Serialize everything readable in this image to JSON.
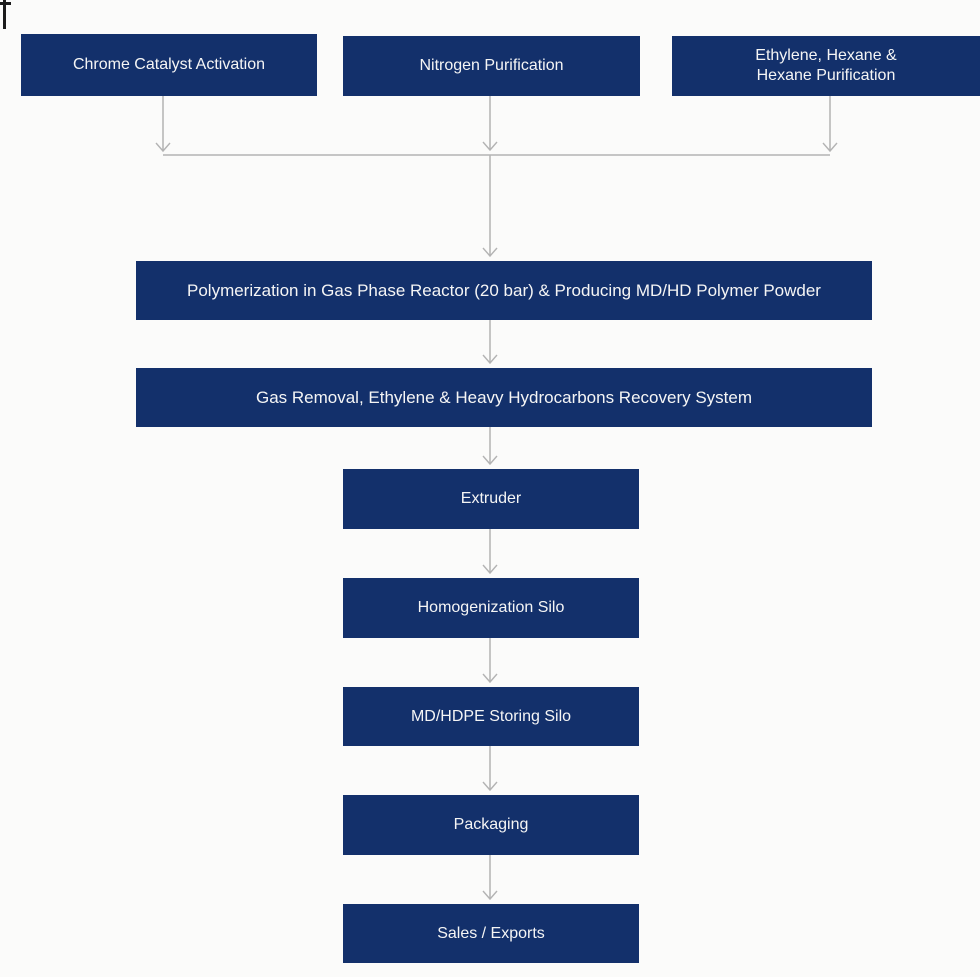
{
  "flowchart": {
    "colors": {
      "box_fill": "#13306b",
      "box_text": "#f5f5f5",
      "arrow_color": "#b3b3b3",
      "background": "#fbfbfa",
      "corner_mark": "#1c1c1c"
    },
    "nodes": {
      "chrome": {
        "label": "Chrome Catalyst Activation"
      },
      "nitrogen": {
        "label": "Nitrogen Purification"
      },
      "ethylene": {
        "label": "Ethylene, Hexane &\nHexane Purification"
      },
      "polymerization": {
        "label": "Polymerization in Gas Phase Reactor (20 bar) & Producing MD/HD Polymer Powder"
      },
      "gas_removal": {
        "label": "Gas Removal, Ethylene & Heavy Hydrocarbons Recovery System"
      },
      "extruder": {
        "label": "Extruder"
      },
      "homogenization": {
        "label": "Homogenization Silo"
      },
      "storing": {
        "label": "MD/HDPE Storing Silo"
      },
      "packaging": {
        "label": "Packaging"
      },
      "sales": {
        "label": "Sales / Exports"
      }
    },
    "edges": [
      {
        "from": "chrome",
        "to": "polymerization"
      },
      {
        "from": "nitrogen",
        "to": "polymerization"
      },
      {
        "from": "ethylene",
        "to": "polymerization"
      },
      {
        "from": "polymerization",
        "to": "gas_removal"
      },
      {
        "from": "gas_removal",
        "to": "extruder"
      },
      {
        "from": "extruder",
        "to": "homogenization"
      },
      {
        "from": "homogenization",
        "to": "storing"
      },
      {
        "from": "storing",
        "to": "packaging"
      },
      {
        "from": "packaging",
        "to": "sales"
      }
    ]
  }
}
